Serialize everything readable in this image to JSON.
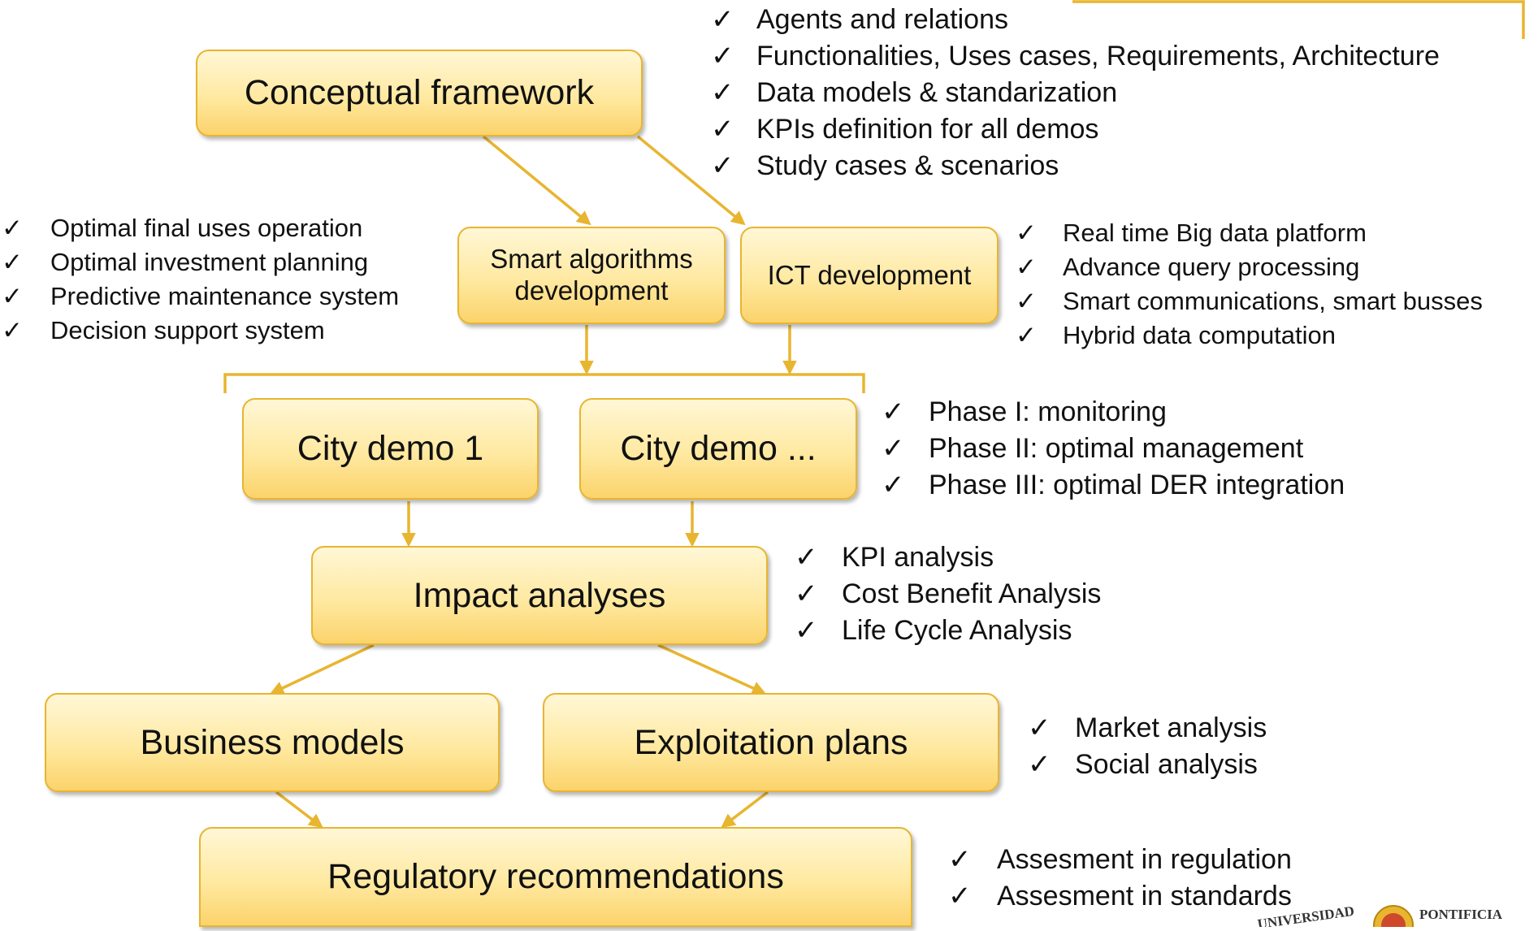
{
  "boxes": {
    "conceptual": "Conceptual framework",
    "smart_algorithms": "Smart algorithms development",
    "ict": "ICT development",
    "city_demo_1": "City demo 1",
    "city_demo_n": "City demo ...",
    "impact": "Impact analyses",
    "business": "Business models",
    "exploitation": "Exploitation plans",
    "regulatory": "Regulatory recommendations"
  },
  "lists": {
    "conceptual": [
      "Agents and relations",
      "Functionalities, Uses cases, Requirements, Architecture",
      "Data models & standarization",
      "KPIs definition for all demos",
      "Study cases & scenarios"
    ],
    "smart_algorithms": [
      "Optimal final uses operation",
      "Optimal investment planning",
      "Predictive maintenance system",
      "Decision support system"
    ],
    "ict": [
      "Real time Big data platform",
      "Advance query processing",
      "Smart communications, smart busses",
      "Hybrid data computation"
    ],
    "demos": [
      "Phase I: monitoring",
      "Phase II: optimal management",
      "Phase III: optimal DER integration"
    ],
    "impact": [
      "KPI analysis",
      "Cost Benefit Analysis",
      "Life Cycle Analysis"
    ],
    "exploitation": [
      "Market analysis",
      "Social analysis"
    ],
    "regulatory": [
      "Assesment in regulation",
      "Assesment in standards"
    ]
  },
  "check_symbol": "✓",
  "logo": {
    "left_text": "UNIVERSIDAD",
    "right_text": "PONTIFICIA"
  },
  "colors": {
    "accent": "#E8B530",
    "box_top": "#FFF7D6",
    "box_bottom": "#FBD36B"
  }
}
